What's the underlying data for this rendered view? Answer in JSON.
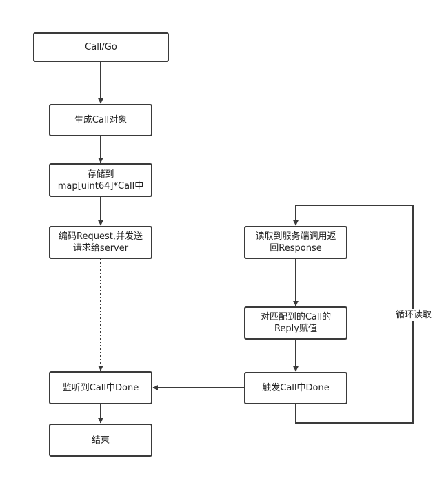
{
  "nodes": {
    "call_go": {
      "line1": "Call/Go"
    },
    "create_call": {
      "line1": "生成Call对象"
    },
    "store": {
      "line1": "存储到",
      "line2": "map[uint64]*Call中"
    },
    "encode": {
      "line1": "编码Request,并发送",
      "line2": "请求给server"
    },
    "listen_done": {
      "line1": "监听到Call中Done"
    },
    "end": {
      "line1": "结束"
    },
    "read_response": {
      "line1": "读取到服务端调用返",
      "line2": "回Response"
    },
    "match_call": {
      "line1": "对匹配到的Call的",
      "line2": "Reply赋值"
    },
    "trigger_done": {
      "line1": "触发Call中Done"
    }
  },
  "loop_label": "循环读取",
  "colors": {
    "stroke": "#3a3a3a",
    "text": "#222222",
    "background": "#ffffff"
  }
}
